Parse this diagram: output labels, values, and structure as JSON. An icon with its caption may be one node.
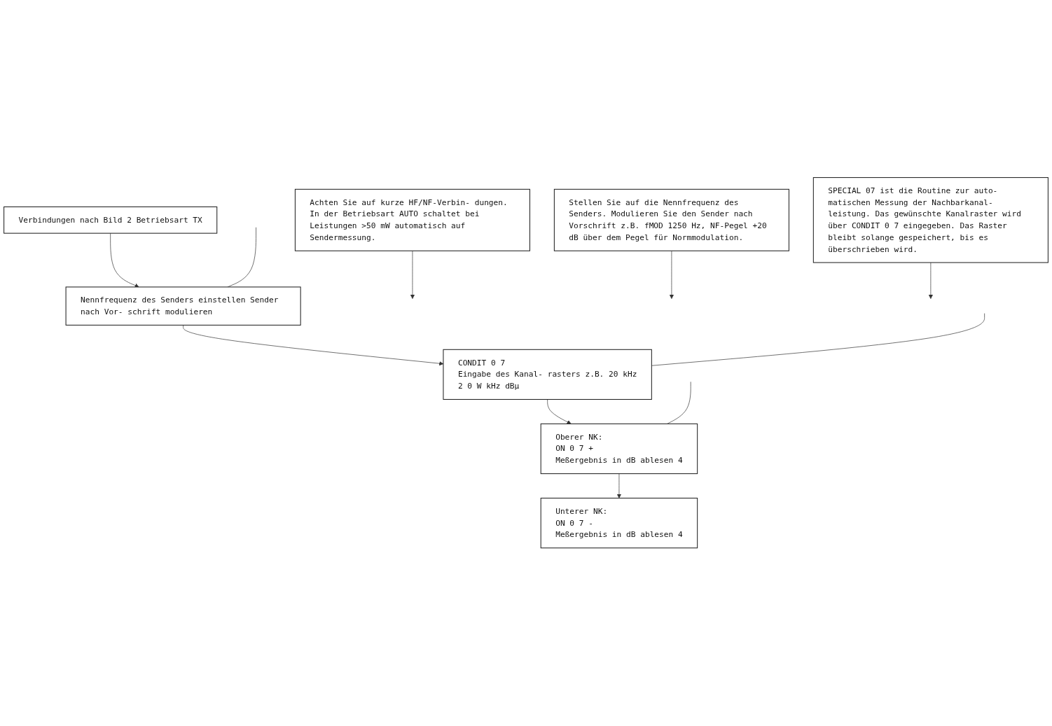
{
  "diagram": {
    "nodes": [
      {
        "text": [
          "Verbindungen nach Bild 2 Betriebsart TX"
        ]
      },
      {
        "text": [
          "Nennfrequenz des Senders einstellen Sender nach Vor- schrift modulieren"
        ]
      },
      {
        "text": [
          "CONDIT 0 7",
          "Eingabe des Kanal- rasters z.B. 20 kHz",
          "2 0 W kHz dBμ"
        ]
      },
      {
        "text": [
          "Oberer NK:",
          "ON 0 7 +",
          "Meßergebnis in dB ablesen 4"
        ]
      },
      {
        "text": [
          "Unterer NK:",
          "ON 0 7 -",
          "Meßergebnis in dB ablesen 4"
        ]
      },
      {
        "text": [
          "Achten Sie auf kurze HF/NF-Verbin- dungen. In der Betriebsart AUTO schaltet bei Leistungen >50 mW automatisch auf Sendermessung."
        ]
      },
      {
        "text": [
          "Stellen Sie auf die Nennfrequenz des Senders. Modulieren Sie den Sender nach Vorschrift z.B. fMOD 1250 Hz, NF-Pegel +20 dB über dem Pegel für Normmodulation."
        ]
      },
      {
        "text": [
          "SPECIAL 07 ist die Routine zur auto- matischen Messung der Nachbarkanal- leistung. Das gewünschte Kanalraster wird über CONDIT 0 7 eingegeben. Das Raster bleibt solange gespeichert, bis es überschrieben wird."
        ]
      }
    ],
    "edges": [
      {
        "from": 0,
        "to": 1,
        "arrow": "to"
      },
      {
        "from": 1,
        "to": 2,
        "arrow": "to"
      },
      {
        "from": 2,
        "to": 3,
        "arrow": "to"
      },
      {
        "from": 3,
        "to": 4,
        "arrow": "to"
      },
      {
        "from": 5,
        "to": null,
        "arrow": "to"
      },
      {
        "from": 6,
        "to": null,
        "arrow": "to"
      },
      {
        "from": 7,
        "to": null,
        "arrow": "to"
      },
      {
        "from": null,
        "to": 1,
        "arrow": "none"
      },
      {
        "from": null,
        "to": 2,
        "arrow": "none"
      },
      {
        "from": null,
        "to": 3,
        "arrow": "none"
      }
    ]
  }
}
